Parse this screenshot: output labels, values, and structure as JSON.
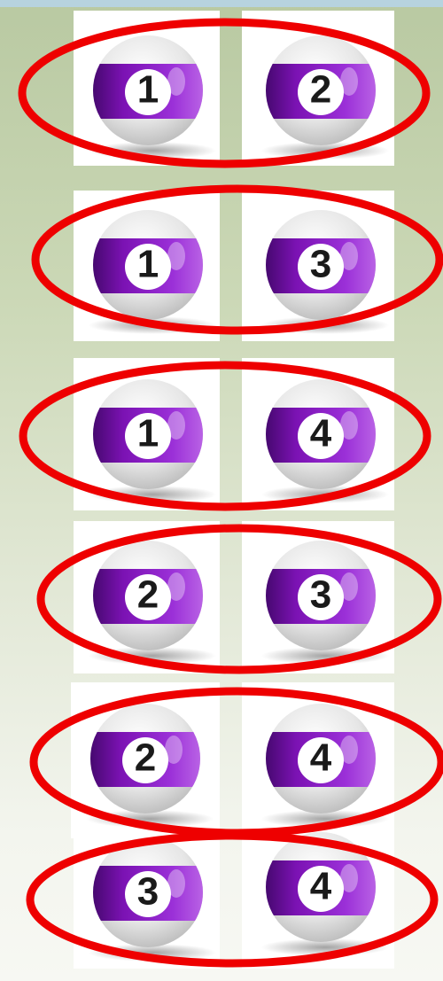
{
  "pairs": [
    {
      "a": "1",
      "b": "2"
    },
    {
      "a": "1",
      "b": "3"
    },
    {
      "a": "1",
      "b": "4"
    },
    {
      "a": "2",
      "b": "3"
    },
    {
      "a": "2",
      "b": "4"
    },
    {
      "a": "3",
      "b": "4"
    }
  ],
  "colors": {
    "ball_stripe": "#7b12b3",
    "ball_stripe_dark": "#3a0660",
    "ball_body": "#e6e6e6",
    "ring": "#ee0000"
  }
}
